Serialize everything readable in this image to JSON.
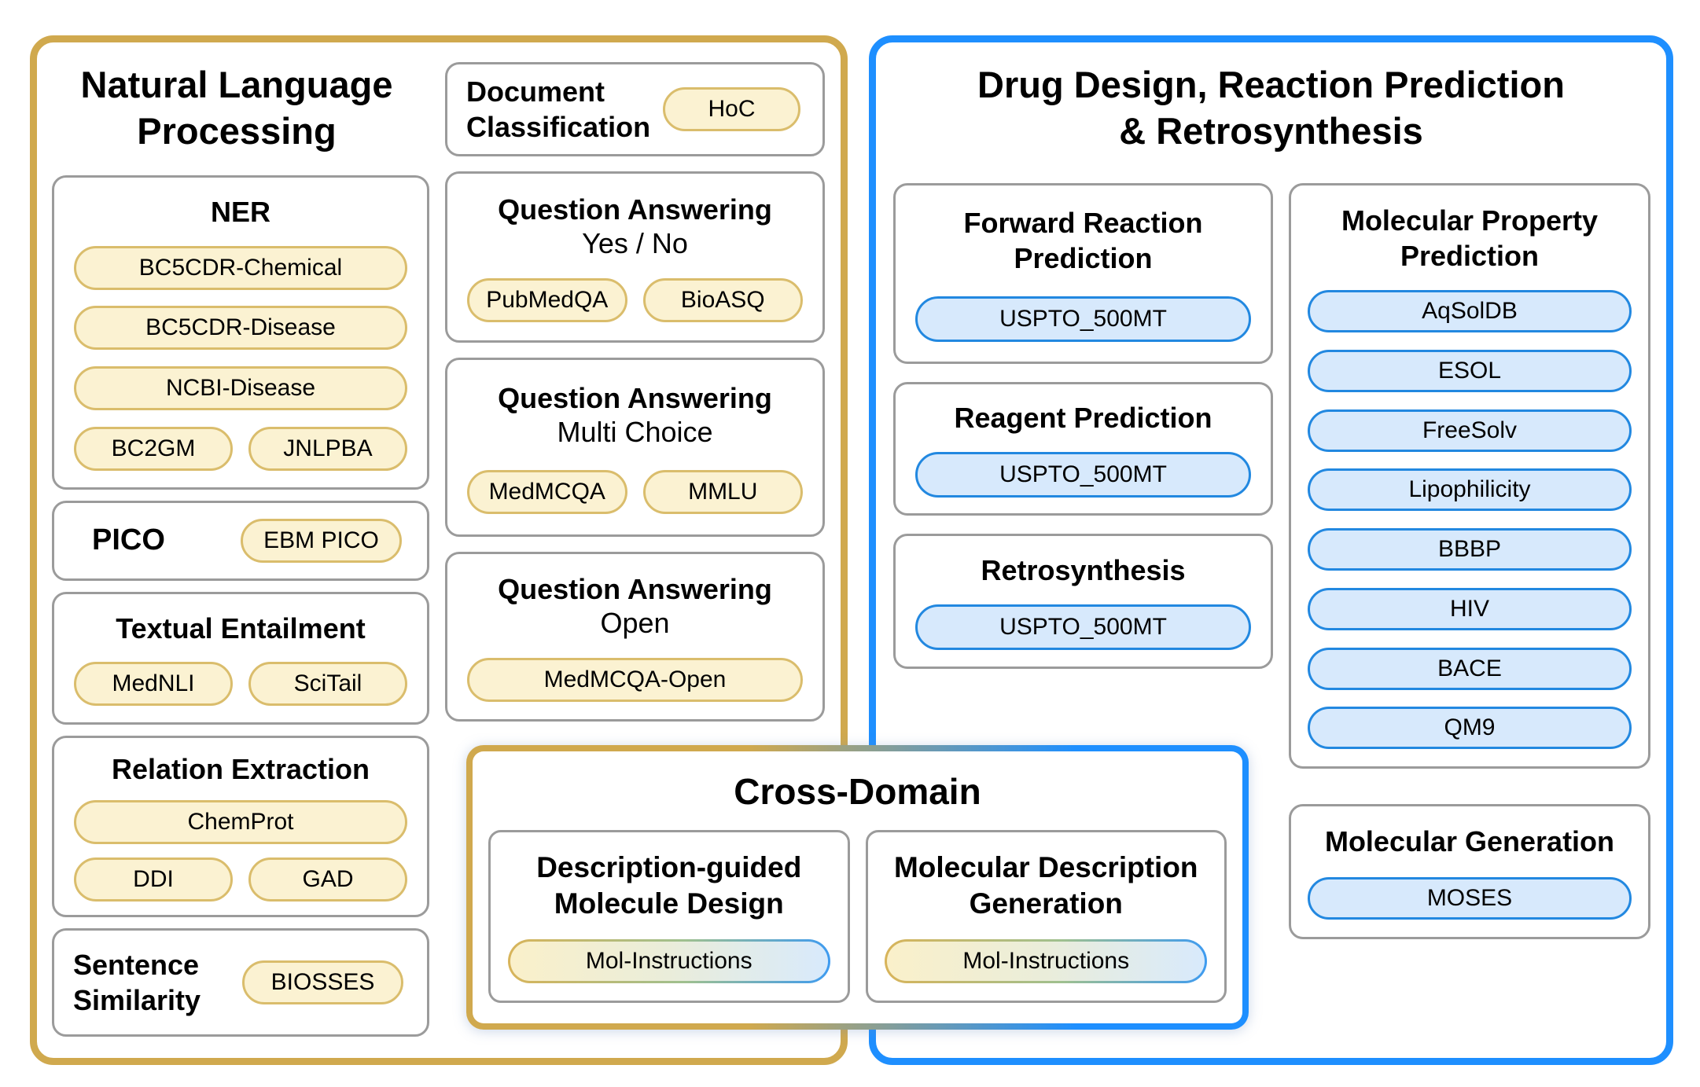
{
  "colors": {
    "gold_accent": "#D0A94E",
    "blue_accent": "#1E8FFF",
    "gold_pill_bg": "#FBF2D2",
    "gold_pill_border": "#DABD6C",
    "blue_pill_bg": "#D7E9FC",
    "blue_pill_border": "#2288E0",
    "box_border": "#9B9B9B"
  },
  "nlp": {
    "title_line1": "Natural Language",
    "title_line2": "Processing",
    "ner": {
      "title": "NER",
      "pills": [
        "BC5CDR-Chemical",
        "BC5CDR-Disease",
        "NCBI-Disease",
        "BC2GM",
        "JNLPBA"
      ]
    },
    "pico": {
      "title": "PICO",
      "pill": "EBM PICO"
    },
    "textual_entailment": {
      "title": "Textual Entailment",
      "pills": [
        "MedNLI",
        "SciTail"
      ]
    },
    "relation_extraction": {
      "title": "Relation Extraction",
      "pills": [
        "ChemProt",
        "DDI",
        "GAD"
      ]
    },
    "sentence_similarity": {
      "title_line1": "Sentence",
      "title_line2": "Similarity",
      "pill": "BIOSSES"
    },
    "document_classification": {
      "title_line1": "Document",
      "title_line2": "Classification",
      "pill": "HoC"
    },
    "qa_yes_no": {
      "title": "Question Answering",
      "subtitle": "Yes / No",
      "pills": [
        "PubMedQA",
        "BioASQ"
      ]
    },
    "qa_multi_choice": {
      "title": "Question Answering",
      "subtitle": "Multi Choice",
      "pills": [
        "MedMCQA",
        "MMLU"
      ]
    },
    "qa_open": {
      "title": "Question Answering",
      "subtitle": "Open",
      "pill": "MedMCQA-Open"
    }
  },
  "drug": {
    "title_line1": "Drug Design, Reaction Prediction",
    "title_line2": "& Retrosynthesis",
    "forward_reaction": {
      "title_line1": "Forward Reaction",
      "title_line2": "Prediction",
      "pill": "USPTO_500MT"
    },
    "reagent_prediction": {
      "title": "Reagent Prediction",
      "pill": "USPTO_500MT"
    },
    "retrosynthesis": {
      "title": "Retrosynthesis",
      "pill": "USPTO_500MT"
    },
    "molecular_property": {
      "title_line1": "Molecular Property",
      "title_line2": "Prediction",
      "pills": [
        "AqSolDB",
        "ESOL",
        "FreeSolv",
        "Lipophilicity",
        "BBBP",
        "HIV",
        "BACE",
        "QM9"
      ]
    },
    "molecular_generation": {
      "title": "Molecular Generation",
      "pill": "MOSES"
    }
  },
  "cross_domain": {
    "title": "Cross-Domain",
    "molecule_design": {
      "title_line1": "Description-guided",
      "title_line2": "Molecule Design",
      "pill": "Mol-Instructions"
    },
    "description_generation": {
      "title_line1": "Molecular Description",
      "title_line2": "Generation",
      "pill": "Mol-Instructions"
    }
  }
}
